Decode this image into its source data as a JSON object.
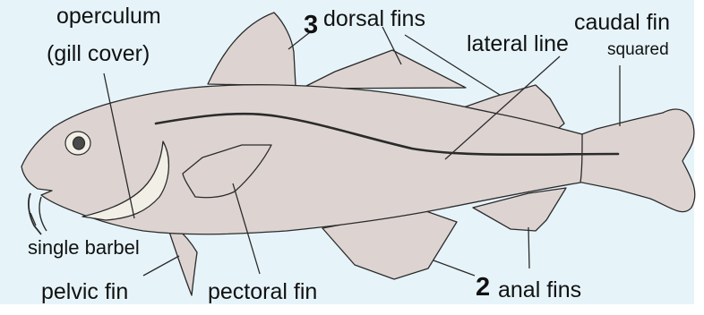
{
  "labels": {
    "operculum": "operculum",
    "gill_cover": "(gill cover)",
    "dorsal_count": "3",
    "dorsal_fins": "dorsal fins",
    "lateral_line": "lateral line",
    "caudal_fin": "caudal fin",
    "squared": "squared",
    "single_barbel": "single barbel",
    "pelvic_fin": "pelvic fin",
    "pectoral_fin": "pectoral fin",
    "anal_count": "2",
    "anal_fins": "anal fins"
  },
  "colors": {
    "background": "#e6f4fa",
    "body_fill": "#ddd4d2",
    "outline": "#2b2b2b",
    "fin_highlight": "#f1efe6"
  }
}
